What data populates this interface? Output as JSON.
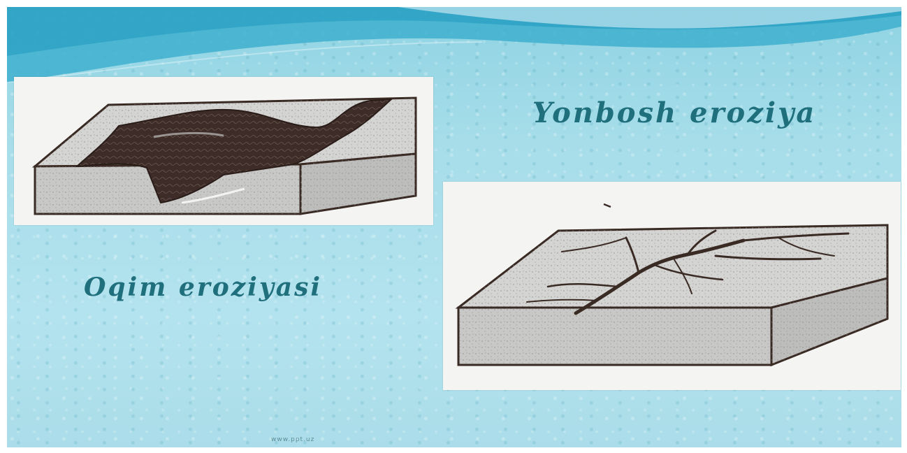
{
  "slide": {
    "caption_top_right": "Yonbosh eroziya",
    "caption_bottom_left": "Oqim eroziyasi",
    "footer_text": "www.ppt.uz"
  },
  "colors": {
    "background": "#a6dde9",
    "wave": "#3fb0cf",
    "caption_text": "#1f6f7d",
    "panel": "#f4f5f3",
    "drawing_ink": "#3a2a24"
  },
  "illustrations": [
    {
      "name": "sheet-erosion-block"
    },
    {
      "name": "gully-erosion-block"
    }
  ]
}
